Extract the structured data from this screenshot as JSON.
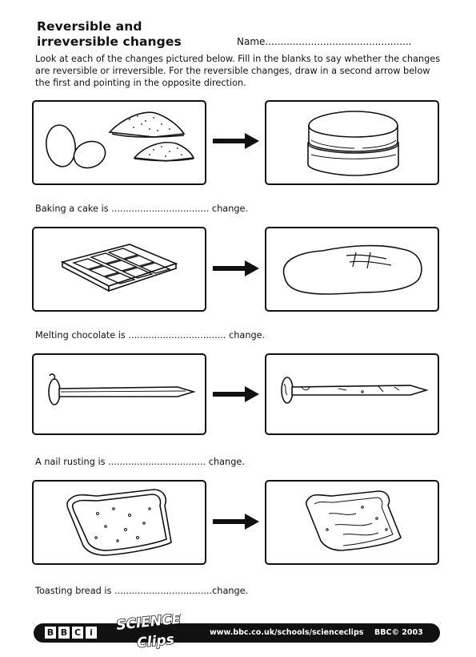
{
  "header": {
    "title_line1": "Reversible and",
    "title_line2": "irreversible changes",
    "name_label": "Name................................................"
  },
  "intro": "Look at each of the changes pictured below. Fill in the blanks to say whether the changes are reversible or irreversible. For the reversible changes, draw in a second arrow below the first and pointing in the opposite direction.",
  "rows": [
    {
      "caption": "Baking a cake is .................................. change.",
      "before": "eggs-and-flour-icon",
      "after": "cake-icon"
    },
    {
      "caption": "Melting chocolate is .................................. change.",
      "before": "chocolate-bar-icon",
      "after": "melted-chocolate-icon"
    },
    {
      "caption": "A nail rusting is .................................. change.",
      "before": "nail-icon",
      "after": "rusty-nail-icon"
    },
    {
      "caption": "Toasting bread is ..................................change.",
      "before": "bread-slice-icon",
      "after": "toast-icon"
    }
  ],
  "footer": {
    "bbc_letters": [
      "B",
      "B",
      "C",
      "i"
    ],
    "logo_line1": "SCIENCE",
    "logo_line2": "Clips",
    "url": "www.bbc.co.uk/schools/scienceclips",
    "copyright": "BBC© 2003"
  }
}
